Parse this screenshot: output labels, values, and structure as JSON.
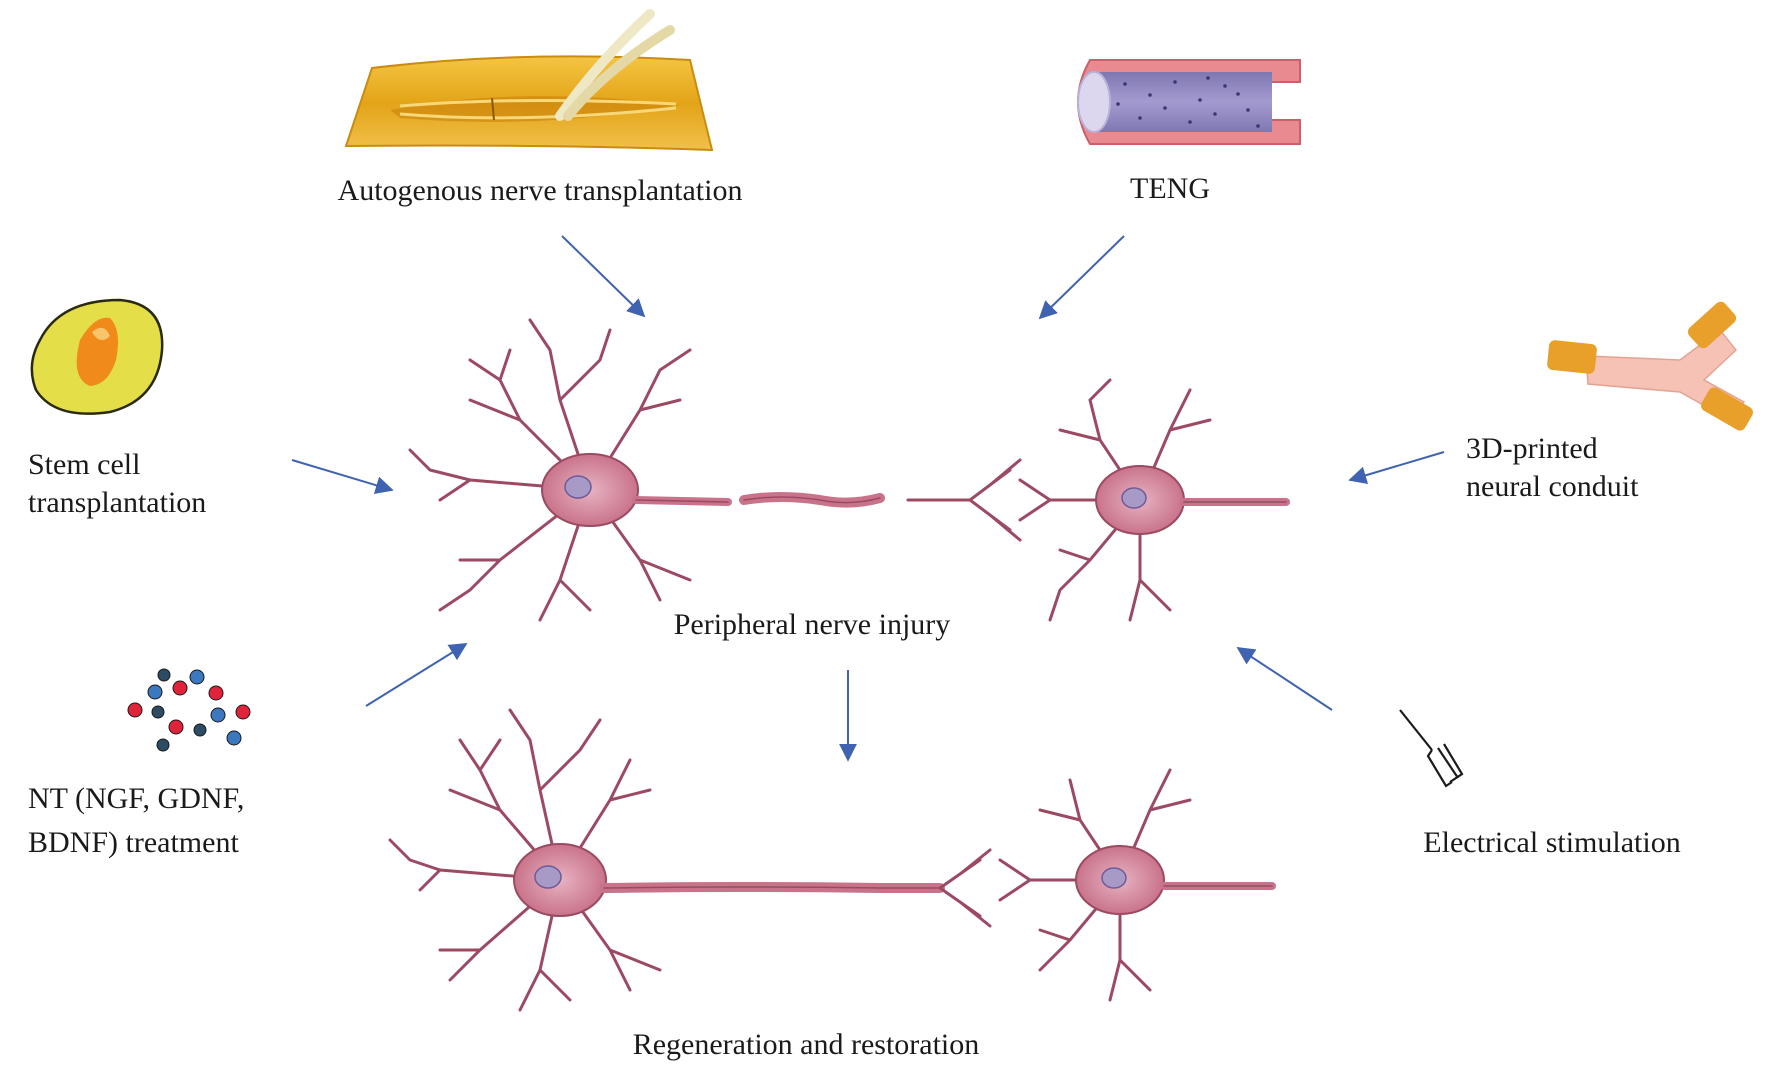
{
  "labels": {
    "autogenous": "Autogenous nerve transplantation",
    "teng": "TENG",
    "stem_cell_line1": "Stem cell",
    "stem_cell_line2": "transplantation",
    "conduit_line1": "3D-printed",
    "conduit_line2": "neural conduit",
    "nt_line1": "NT (NGF, GDNF,",
    "nt_line2": "BDNF) treatment",
    "electrical": "Electrical stimulation",
    "injury": "Peripheral nerve injury",
    "regeneration": "Regeneration and restoration"
  },
  "icons": {
    "autogenous": "nerve-graft-icon",
    "teng": "tube-conduit-icon",
    "stem_cell": "stem-cell-icon",
    "conduit": "branched-conduit-icon",
    "nt": "molecules-icon",
    "electrical": "electrode-icon"
  },
  "colors": {
    "arrow": "#3f63b0",
    "neuron": "#c9738b",
    "neuron_dark": "#9c4a62",
    "nucleus": "#a89ac6",
    "graft": "#e3a418",
    "tube_outer": "#e8848a",
    "tube_inner": "#8a80b8",
    "cell": "#e6e04a",
    "cell_core": "#f08a1a",
    "conduit_end": "#e9a02a",
    "conduit_mid": "#f7c2b6",
    "mol_red": "#e0233a",
    "mol_blue": "#3b78c0",
    "mol_dark": "#2c4c66"
  }
}
